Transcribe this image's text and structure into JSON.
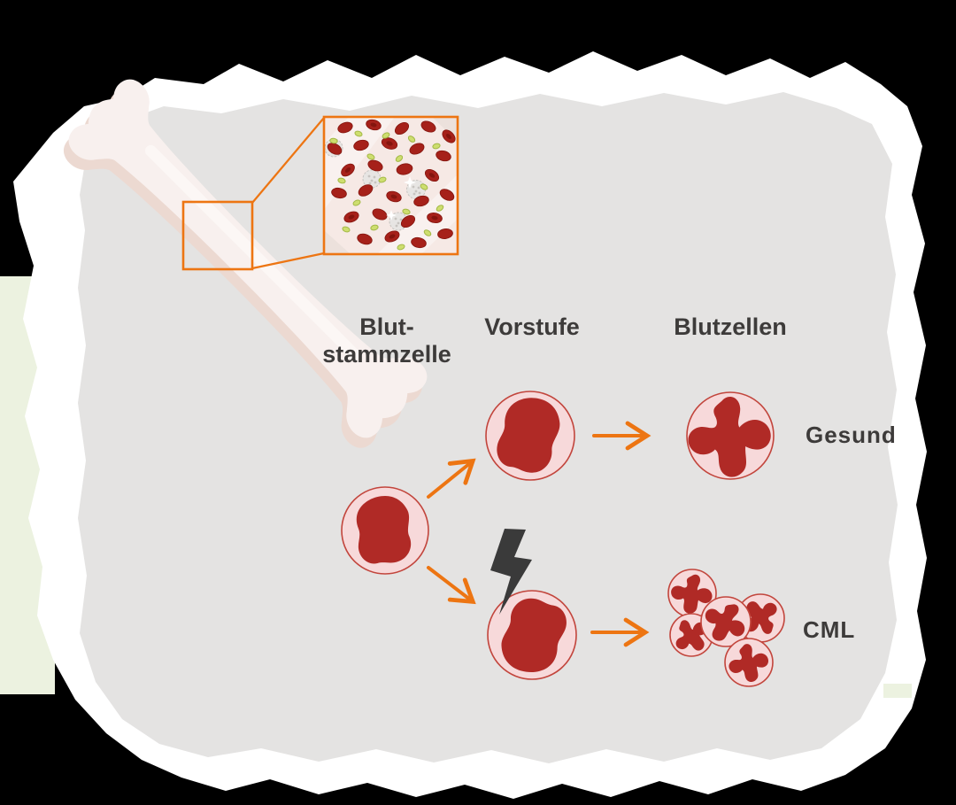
{
  "diagram": {
    "title_implied": "",
    "columns": {
      "stem_cell_line1": "Blut-",
      "stem_cell_line2": "stammzelle",
      "precursor": "Vorstufe",
      "blood_cells": "Blutzellen"
    },
    "rows": {
      "healthy": "Gesund",
      "cml": "CML"
    }
  },
  "icons": {
    "lightning_bolt": "lightning-bolt-icon",
    "arrow_up_right": "arrow-up-right-icon",
    "arrow_down_right": "arrow-down-right-icon",
    "arrow_right_healthy": "arrow-right-icon",
    "arrow_right_cml": "arrow-right-icon",
    "sparkle": "sparkle-icon",
    "bone": "bone-illustration",
    "marrow_zoom": "magnifier-callout-box"
  },
  "colors": {
    "paper_white": "#ffffff",
    "paper_gray": "#e4e3e2",
    "backdrop_green": "#ecf2e0",
    "accent_orange": "#ed7512",
    "cell_fill_pink": "#f7d9da",
    "cell_stroke_red": "#c2453c",
    "nucleus_red": "#b02a26",
    "lightning_gray": "#3a3a3a",
    "text_dark": "#3d3b3a",
    "bone_fill": "#f8f0ee",
    "bone_shadow": "#ecd9d1",
    "vessel_bg": "#f6e9e5",
    "rbc_red": "#a6211a",
    "rbc_dark": "#84150e",
    "platelet_green": "#cede6f",
    "platelet_dark": "#a2b845",
    "wbc_gray": "#e7e5e3",
    "wbc_dark": "#c7c4c0"
  }
}
